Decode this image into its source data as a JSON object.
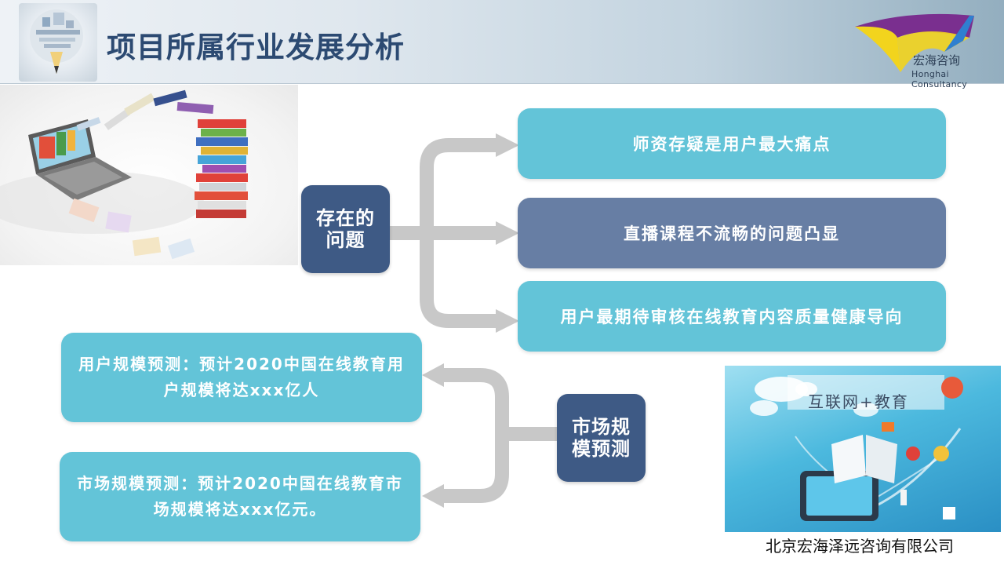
{
  "header": {
    "title": "项目所属行业发展分析",
    "logo_cn": "宏海咨询",
    "logo_en": "Honghai Consultancy"
  },
  "problems": {
    "hub_label": "存在的问题",
    "items": [
      "师资存疑是用户最大痛点",
      "直播课程不流畅的问题凸显",
      "用户最期待审核在线教育内容质量健康导向"
    ]
  },
  "market": {
    "hub_label": "市场规模预测",
    "items": [
      "用户规模预测：预计2020中国在线教育用户规模将达xxx亿人",
      "市场规模预测：预计2020中国在线教育市场规模将达xxx亿元。"
    ]
  },
  "illustrations": {
    "internet_education_caption": "互联网+教育"
  },
  "footer": {
    "company": "北京宏海泽远咨询有限公司"
  },
  "colors": {
    "teal_box": "#63c4d8",
    "slate_box": "#677ea4",
    "navy_box": "#3e5a85",
    "title": "#2c4a72",
    "arrow": "#c8c8c8"
  }
}
